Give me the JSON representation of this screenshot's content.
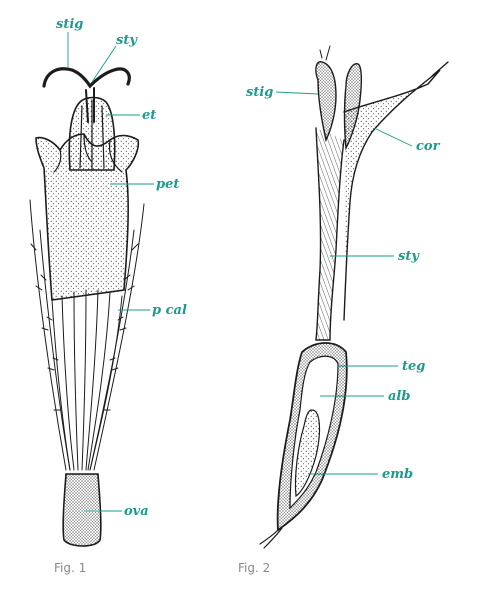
{
  "figure1": {
    "caption": "Fig. 1",
    "labels": {
      "stig": "stig",
      "sty": "sty",
      "et": "et",
      "pet": "pet",
      "pcal": "p cal",
      "ova": "ova"
    }
  },
  "figure2": {
    "caption": "Fig. 2",
    "labels": {
      "stig": "stig",
      "cor": "cor",
      "sty": "sty",
      "teg": "teg",
      "alb": "alb",
      "emb": "emb"
    }
  },
  "colors": {
    "label": "#1a9c8c",
    "ink": "#1c1c1c",
    "caption": "#8a8a8a"
  }
}
